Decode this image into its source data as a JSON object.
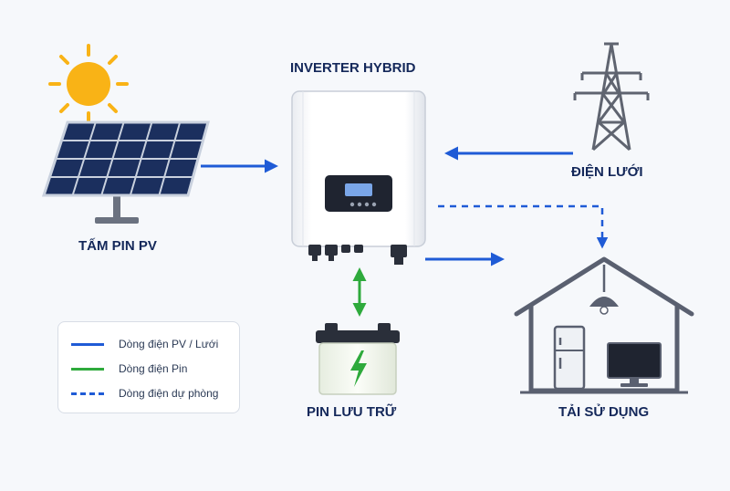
{
  "labels": {
    "pv_panel": "TẤM PIN PV",
    "inverter": "INVERTER HYBRID",
    "grid": "ĐIỆN LƯỚI",
    "battery": "PIN LƯU TRỮ",
    "load": "TẢI SỬ DỤNG"
  },
  "legend": [
    {
      "label": "Dòng điện PV / Lưới",
      "style": "solid",
      "color": "#1f5bd6"
    },
    {
      "label": "Dòng điện Pin",
      "style": "solid",
      "color": "#2eaa3c"
    },
    {
      "label": "Dòng điện dự phòng",
      "style": "dashed",
      "color": "#1f5bd6"
    }
  ],
  "colors": {
    "title_text": "#14285a",
    "sun": "#f9b316",
    "pv_cell": "#1b2f5e",
    "flow_blue": "#1f5bd6",
    "flow_green": "#2eaa3c",
    "house_outline": "#5a6070",
    "tower": "#5f6470"
  },
  "icons": [
    "sun-icon",
    "solar-panel-icon",
    "inverter-icon",
    "transmission-tower-icon",
    "battery-icon",
    "lightning-icon",
    "house-icon",
    "lamp-icon",
    "fridge-icon",
    "tv-icon"
  ]
}
